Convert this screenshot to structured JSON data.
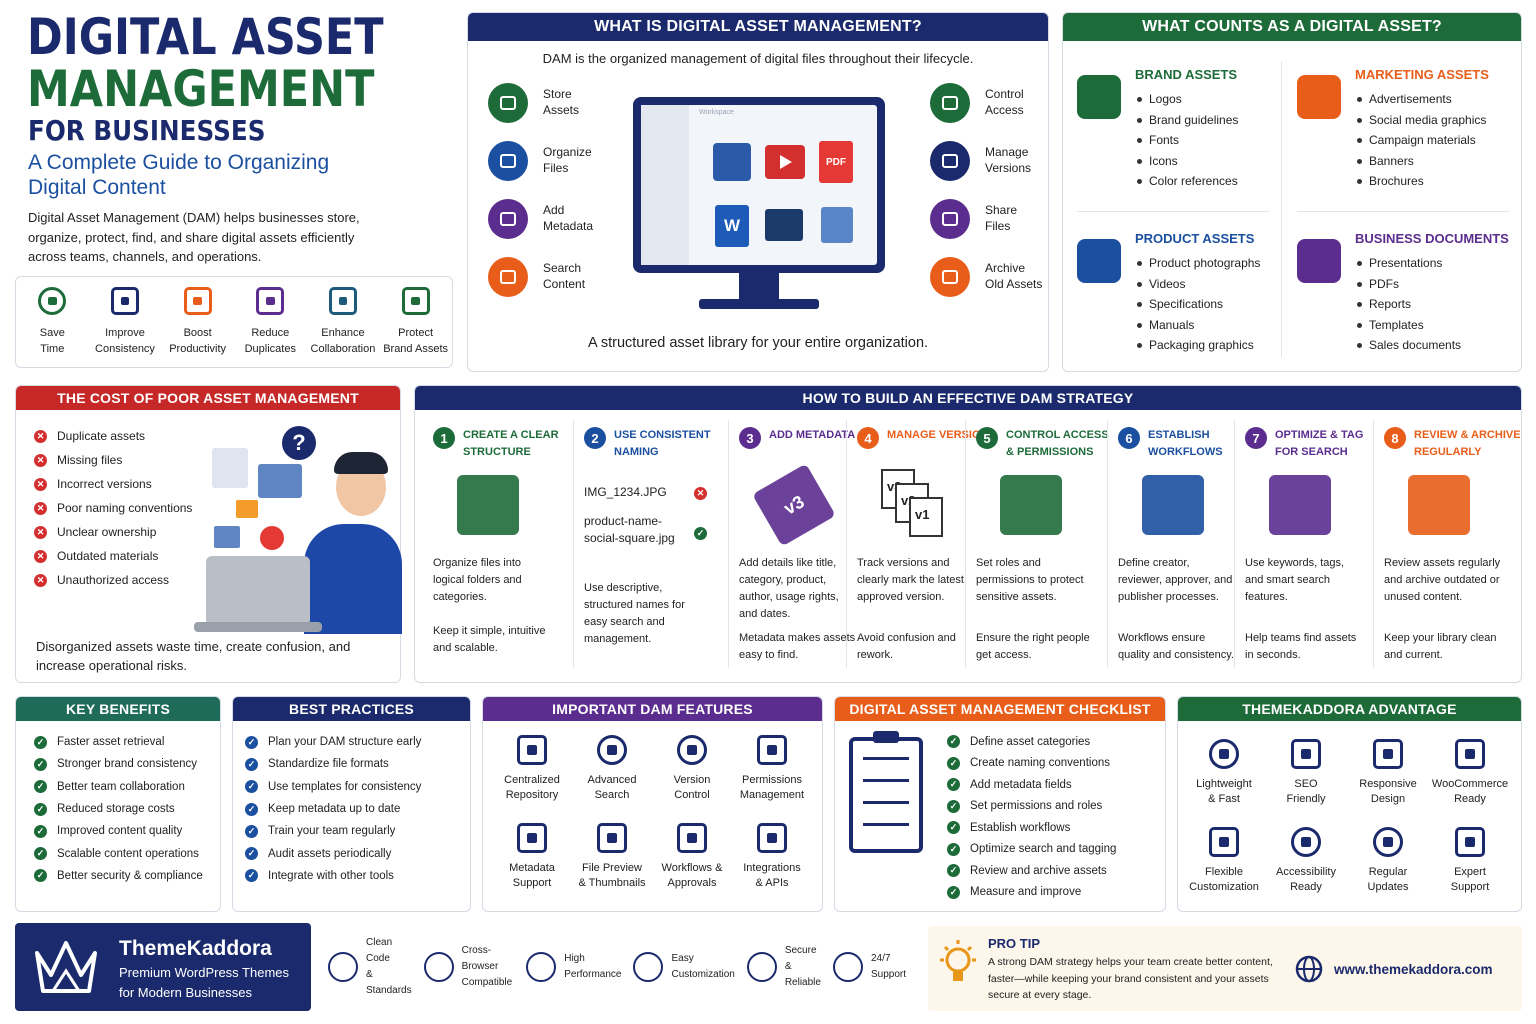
{
  "header": {
    "title_line1": "DIGITAL ASSET",
    "title_line2": "MANAGEMENT",
    "title_line3": "FOR BUSINESSES",
    "subtitle": "A Complete Guide to Organizing Digital Content",
    "intro": "Digital Asset Management (DAM) helps businesses store, organize, protect, find, and share digital assets efficiently across teams, channels, and operations."
  },
  "benefit_icons": [
    {
      "l1": "Save",
      "l2": "Time",
      "icon": "clock-icon"
    },
    {
      "l1": "Improve",
      "l2": "Consistency",
      "icon": "shield-star-icon"
    },
    {
      "l1": "Boost",
      "l2": "Productivity",
      "icon": "growth-chart-icon"
    },
    {
      "l1": "Reduce",
      "l2": "Duplicates",
      "icon": "copy-document-icon"
    },
    {
      "l1": "Enhance",
      "l2": "Collaboration",
      "icon": "team-icon"
    },
    {
      "l1": "Protect",
      "l2": "Brand Assets",
      "icon": "lock-icon"
    }
  ],
  "what_is": {
    "title": "WHAT IS DIGITAL ASSET MANAGEMENT?",
    "lead": "DAM is the organized management of digital files throughout their lifecycle.",
    "left": [
      {
        "l1": "Store",
        "l2": "Assets"
      },
      {
        "l1": "Organize",
        "l2": "Files"
      },
      {
        "l1": "Add",
        "l2": "Metadata"
      },
      {
        "l1": "Search",
        "l2": "Content"
      }
    ],
    "right": [
      {
        "l1": "Control",
        "l2": "Access"
      },
      {
        "l1": "Manage",
        "l2": "Versions"
      },
      {
        "l1": "Share",
        "l2": "Files"
      },
      {
        "l1": "Archive",
        "l2": "Old Assets"
      }
    ],
    "screen_label": "Workspace",
    "pdf_label": "PDF",
    "word_label": "W",
    "caption": "A structured asset library for your entire organization."
  },
  "counts": {
    "title": "WHAT COUNTS AS A DIGITAL ASSET?",
    "groups": [
      {
        "title": "BRAND ASSETS",
        "items": [
          "Logos",
          "Brand guidelines",
          "Fonts",
          "Icons",
          "Color references"
        ]
      },
      {
        "title": "MARKETING ASSETS",
        "items": [
          "Advertisements",
          "Social media graphics",
          "Campaign materials",
          "Banners",
          "Brochures"
        ]
      },
      {
        "title": "PRODUCT ASSETS",
        "items": [
          "Product photographs",
          "Videos",
          "Specifications",
          "Manuals",
          "Packaging graphics"
        ]
      },
      {
        "title": "BUSINESS DOCUMENTS",
        "items": [
          "Presentations",
          "PDFs",
          "Reports",
          "Templates",
          "Sales documents"
        ]
      }
    ]
  },
  "cost": {
    "title": "THE COST OF POOR ASSET MANAGEMENT",
    "items": [
      "Duplicate assets",
      "Missing files",
      "Incorrect versions",
      "Poor naming conventions",
      "Unclear ownership",
      "Outdated materials",
      "Unauthorized access"
    ],
    "footer": "Disorganized assets waste time, create confusion, and increase operational risks."
  },
  "strategy": {
    "title": "HOW TO BUILD AN EFFECTIVE DAM STRATEGY",
    "steps": [
      {
        "n": "1",
        "t": "CREATE A CLEAR STRUCTURE",
        "d": "Organize files into logical folders and categories.",
        "f": "Keep it simple, intuitive and scalable.",
        "color": "#1e6b3a"
      },
      {
        "n": "2",
        "t": "USE CONSISTENT NAMING",
        "d": "Use descriptive, structured names for easy search and management.",
        "f": "",
        "color": "#1b4fa0",
        "bad": "IMG_1234.JPG",
        "good": "product-name-social-square.jpg"
      },
      {
        "n": "3",
        "t": "ADD METADATA",
        "d": "Add details like title, category, product, author, usage rights, and dates.",
        "f": "Metadata makes assets easy to find.",
        "color": "#5b2d8e",
        "tag": "v3"
      },
      {
        "n": "4",
        "t": "MANAGE VERSIONS",
        "d": "Track versions and clearly mark the latest approved version.",
        "f": "Avoid confusion and rework.",
        "color": "#e85d1a",
        "v": [
          "v3",
          "v2",
          "v1"
        ]
      },
      {
        "n": "5",
        "t": "CONTROL ACCESS & PERMISSIONS",
        "d": "Set roles and permissions to protect sensitive assets.",
        "f": "Ensure the right people get access.",
        "color": "#1e6b3a"
      },
      {
        "n": "6",
        "t": "ESTABLISH WORKFLOWS",
        "d": "Define creator, reviewer, approver, and publisher processes.",
        "f": "Workflows ensure quality and consistency.",
        "color": "#1b4fa0"
      },
      {
        "n": "7",
        "t": "OPTIMIZE & TAG FOR SEARCH",
        "d": "Use keywords, tags, and smart search features.",
        "f": "Help teams find assets in seconds.",
        "color": "#5b2d8e"
      },
      {
        "n": "8",
        "t": "REVIEW & ARCHIVE REGULARLY",
        "d": "Review assets regularly and archive outdated or unused content.",
        "f": "Keep your library clean and current.",
        "color": "#e85d1a"
      }
    ]
  },
  "key_benefits": {
    "title": "KEY BENEFITS",
    "items": [
      "Faster asset retrieval",
      "Stronger brand consistency",
      "Better team collaboration",
      "Reduced storage costs",
      "Improved content quality",
      "Scalable content operations",
      "Better security & compliance"
    ]
  },
  "best_practices": {
    "title": "BEST PRACTICES",
    "items": [
      "Plan your DAM structure early",
      "Standardize file formats",
      "Use templates for consistency",
      "Keep metadata up to date",
      "Train your team regularly",
      "Audit assets periodically",
      "Integrate with other tools"
    ]
  },
  "features": {
    "title": "IMPORTANT DAM FEATURES",
    "items": [
      {
        "l1": "Centralized",
        "l2": "Repository",
        "icon": "cloud-icon"
      },
      {
        "l1": "Advanced",
        "l2": "Search",
        "icon": "search-icon"
      },
      {
        "l1": "Version",
        "l2": "Control",
        "icon": "history-icon"
      },
      {
        "l1": "Permissions",
        "l2": "Management",
        "icon": "user-lock-icon"
      },
      {
        "l1": "Metadata",
        "l2": "Support",
        "icon": "tag-icon"
      },
      {
        "l1": "File Preview",
        "l2": "& Thumbnails",
        "icon": "image-icon"
      },
      {
        "l1": "Workflows &",
        "l2": "Approvals",
        "icon": "workflow-icon"
      },
      {
        "l1": "Integrations",
        "l2": "& APIs",
        "icon": "puzzle-icon"
      }
    ]
  },
  "checklist": {
    "title": "DIGITAL ASSET MANAGEMENT CHECKLIST",
    "items": [
      "Define asset categories",
      "Create naming conventions",
      "Add metadata fields",
      "Set permissions and roles",
      "Establish workflows",
      "Optimize search and tagging",
      "Review and archive assets",
      "Measure and improve"
    ]
  },
  "advantage": {
    "title": "THEMEKADDORA ADVANTAGE",
    "items": [
      {
        "l1": "Lightweight",
        "l2": "& Fast",
        "icon": "speedometer-icon"
      },
      {
        "l1": "SEO",
        "l2": "Friendly",
        "icon": "seo-chart-icon"
      },
      {
        "l1": "Responsive",
        "l2": "Design",
        "icon": "devices-icon"
      },
      {
        "l1": "WooCommerce",
        "l2": "Ready",
        "icon": "cart-icon"
      },
      {
        "l1": "Flexible",
        "l2": "Customization",
        "icon": "sliders-icon"
      },
      {
        "l1": "Accessibility",
        "l2": "Ready",
        "icon": "accessibility-icon"
      },
      {
        "l1": "Regular",
        "l2": "Updates",
        "icon": "refresh-icon"
      },
      {
        "l1": "Expert",
        "l2": "Support",
        "icon": "headset-icon"
      }
    ]
  },
  "footer": {
    "brand": "ThemeKaddora",
    "tag1": "Premium WordPress Themes",
    "tag2": "for Modern Businesses",
    "features": [
      {
        "l1": "Clean Code",
        "l2": "& Standards",
        "icon": "code-icon"
      },
      {
        "l1": "Cross-Browser",
        "l2": "Compatible",
        "icon": "globe-icon"
      },
      {
        "l1": "High",
        "l2": "Performance",
        "icon": "bolt-icon"
      },
      {
        "l1": "Easy",
        "l2": "Customization",
        "icon": "tools-icon"
      },
      {
        "l1": "Secure &",
        "l2": "Reliable",
        "icon": "shield-check-icon"
      },
      {
        "l1": "24/7",
        "l2": "Support",
        "icon": "headset-icon"
      }
    ],
    "tip_title": "PRO TIP",
    "tip_text": "A strong DAM strategy helps your team create better content, faster—while keeping your brand consistent and your assets secure at every stage.",
    "url": "www.themekaddora.com"
  },
  "colors": {
    "navy": "#1a2a6c",
    "green": "#1e6b3a",
    "red": "#c62828",
    "purple": "#5b2d8e",
    "orange": "#e85d1a",
    "teal": "#1e6b5a"
  }
}
